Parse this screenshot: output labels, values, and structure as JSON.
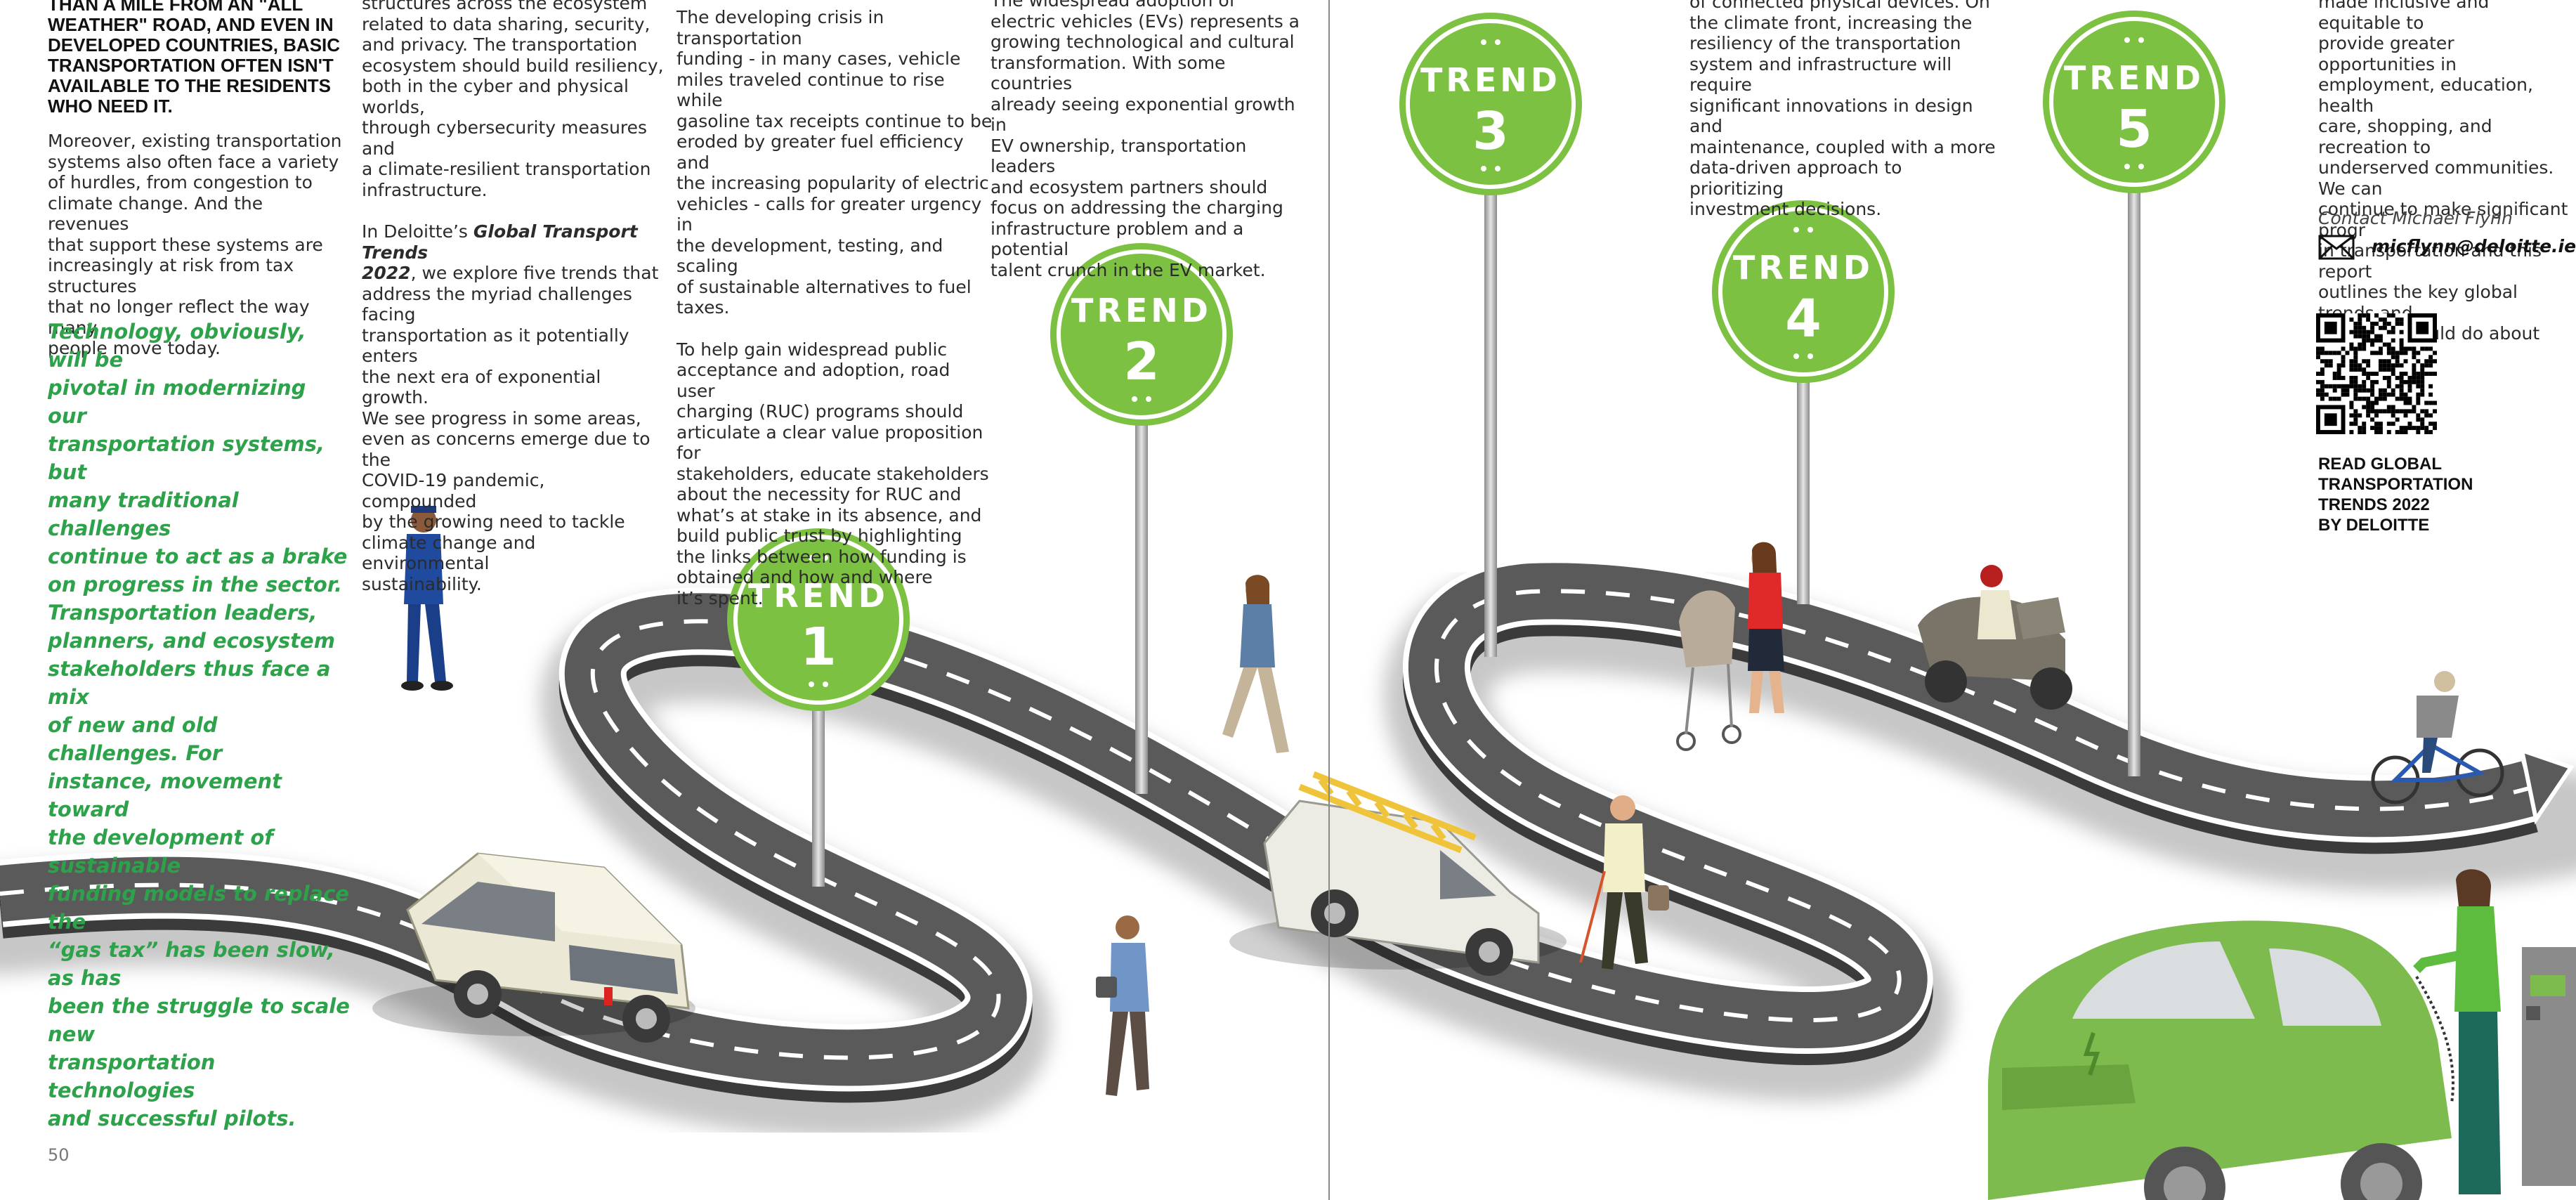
{
  "colors": {
    "accent_green": "#7dc142",
    "quote_green": "#2ea24a",
    "road": "#5a5a5a",
    "road_edge": "#ffffff"
  },
  "page_number": "50",
  "left_heading": "THAN A MILE FROM AN \"ALL\nWEATHER\" ROAD, AND EVEN IN\nDEVELOPED COUNTRIES, BASIC\nTRANSPORTATION OFTEN ISN'T\nAVAILABLE TO THE RESIDENTS\nWHO NEED IT.",
  "left_paragraph": "Moreover, existing transportation\nsystems also often face a variety\nof hurdles, from congestion to\nclimate change. And the revenues\nthat support these systems are\nincreasingly at risk from tax structures\nthat no longer reflect the way many\npeople move today.",
  "pull_quote": "Technology, obviously, will be\npivotal in modernizing our\ntransportation systems, but\nmany traditional challenges\ncontinue to act as a brake\non progress in the sector.\nTransportation leaders,\nplanners, and ecosystem\nstakeholders thus face a mix\nof new and old challenges. For\ninstance, movement toward\nthe development of sustainable\nfunding models to replace the\n“gas tax” has been slow, as has\nbeen the struggle to scale new\ntransportation technologies\nand successful pilots.",
  "col2_para1": "structures across the ecosystem\nrelated to data sharing, security,\nand privacy. The transportation\necosystem should build resiliency,\nboth in the cyber and physical worlds,\nthrough cybersecurity measures and\na climate-resilient transportation\ninfrastructure.",
  "col2_para2_prefix": "In Deloitte’s ",
  "col2_para2_title": "Global Transport Trends\n2022",
  "col2_para2_rest": ", we explore five trends that\naddress the myriad challenges facing\ntransportation as it potentially enters\nthe next era of exponential growth.\nWe see progress in some areas,\neven as concerns emerge due to the\nCOVID-19 pandemic, compounded\nby the growing need to tackle\nclimate change and environmental\nsustainability.",
  "col3_para1": "The developing crisis in transportation\nfunding - in many cases, vehicle\nmiles traveled continue to rise while\ngasoline tax receipts continue to be\neroded by greater fuel efficiency and\nthe increasing popularity of electric\nvehicles - calls for greater urgency in\nthe development, testing, and scaling\nof sustainable alternatives to fuel taxes.",
  "col3_para2": "To help gain widespread public\nacceptance and adoption, road user\ncharging (RUC) programs should\narticulate a clear value proposition for\nstakeholders, educate stakeholders\nabout the necessity for RUC and\nwhat’s at stake in its absence, and\nbuild public trust by highlighting\nthe links between how funding is\nobtained and how and where\nit’s spent.",
  "col4_para1": "The widespread adoption of\nelectric vehicles (EVs) represents a\ngrowing technological and cultural\ntransformation. With some countries\nalready seeing exponential growth in\nEV ownership, transportation leaders\nand ecosystem partners should\nfocus on addressing the charging\ninfrastructure problem and a potential\ntalent crunch in the EV market.",
  "col5_para1": "of connected physical devices. On\nthe climate front, increasing the\nresiliency of the transportation\nsystem and infrastructure will require\nsignificant innovations in design and\nmaintenance, coupled with a more\ndata-driven approach to prioritizing\ninvestment decisions.",
  "col6_para1": "made inclusive and equitable to\nprovide greater opportunities in\nemployment, education, health\ncare, shopping, and recreation to\nunderserved communities. We can\ncontinue to make significant progr\nin transportation and this report\noutlines the key global trends and\nwhat we should do about them.”",
  "contact_label": "Contact Michael Flynn",
  "contact_email": "micflynn@deloitte.ie",
  "read_label": "READ GLOBAL\nTRANSPORTATION\nTRENDS 2022\nBY DELOITTE",
  "trends": [
    {
      "word": "TREND",
      "number": "1"
    },
    {
      "word": "TREND",
      "number": "2"
    },
    {
      "word": "TREND",
      "number": "3"
    },
    {
      "word": "TREND",
      "number": "4"
    },
    {
      "word": "TREND",
      "number": "5"
    }
  ],
  "icons": [
    "envelope-icon",
    "qr-code-icon"
  ]
}
